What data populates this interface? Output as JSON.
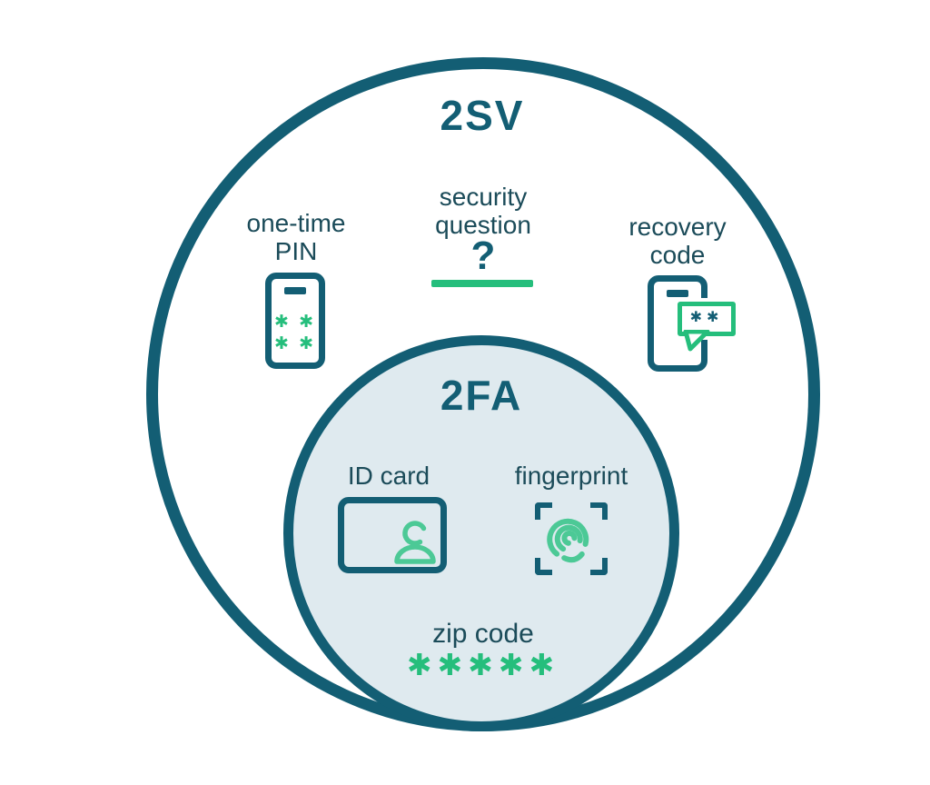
{
  "colors": {
    "teal": "#135E74",
    "green": "#25BE7C",
    "green_light": "#4CC996",
    "inner_fill": "#DFEAEF",
    "text": "#1B4B59",
    "background": "#FFFFFF"
  },
  "outer_circle": {
    "title": "2SV"
  },
  "inner_circle": {
    "title": "2FA"
  },
  "items": {
    "one_time_pin": {
      "line1": "one-time",
      "line2": "PIN",
      "icon": "phone-pin-icon",
      "pin_row": "✱ ✱"
    },
    "security_question": {
      "line1": "security",
      "line2": "question",
      "mark": "?"
    },
    "recovery_code": {
      "line1": "recovery",
      "line2": "code",
      "icon": "phone-message-icon",
      "stars": "✱✱"
    },
    "id_card": {
      "label": "ID card",
      "icon": "id-card-icon"
    },
    "fingerprint": {
      "label": "fingerprint",
      "icon": "fingerprint-scan-icon"
    },
    "zip_code": {
      "label": "zip code",
      "mask": "✱✱✱✱✱"
    }
  }
}
